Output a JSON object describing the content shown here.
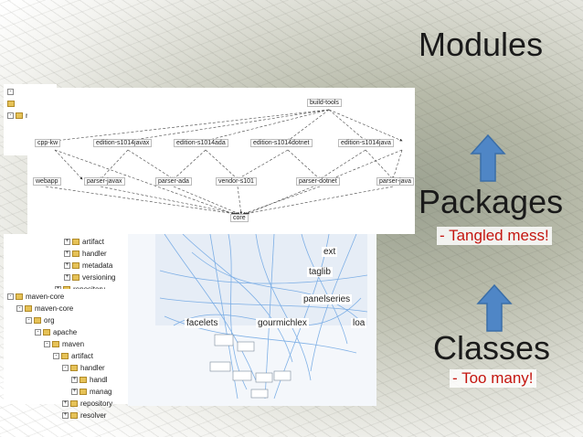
{
  "levels": {
    "modules": "Modules",
    "packages": "Packages",
    "packages_note": "- Tangled mess!",
    "classes": "Classes",
    "classes_note": "- Too many!"
  },
  "module_graph": {
    "nodes": {
      "build_tools": "build-tools",
      "cpp_kw": "cpp-kw",
      "edition_javax": "edition-s1014javax",
      "edition_ada": "edition-s1014ada",
      "edition_dotnet": "edition-s1014dotnet",
      "edition_java": "edition-s1014java",
      "webapp": "webapp",
      "parser_javax": "parser-javax",
      "parser_ada": "parser-ada",
      "vendor": "vendor-s101",
      "parser_dotnet": "parser-dotnet",
      "parser_java": "parser-java",
      "core": "core"
    }
  },
  "top_tree": {
    "maven_label": "mav"
  },
  "mid_tree": [
    "artifact",
    "handler",
    "metadata",
    "versioning",
    "repository"
  ],
  "bottom_tree": [
    "maven-core",
    "maven-core",
    "org",
    "apache",
    "maven",
    "artifact",
    "handler",
    "handl",
    "manag",
    "repository",
    "resolver"
  ],
  "package_graph": {
    "labels": {
      "ext": "ext",
      "taglib": "taglib",
      "panelseries": "panelseries",
      "facelets": "facelets",
      "gourmichlex": "gourmichlex",
      "loa": "loa"
    }
  },
  "arrow_color": "#4f86c6"
}
